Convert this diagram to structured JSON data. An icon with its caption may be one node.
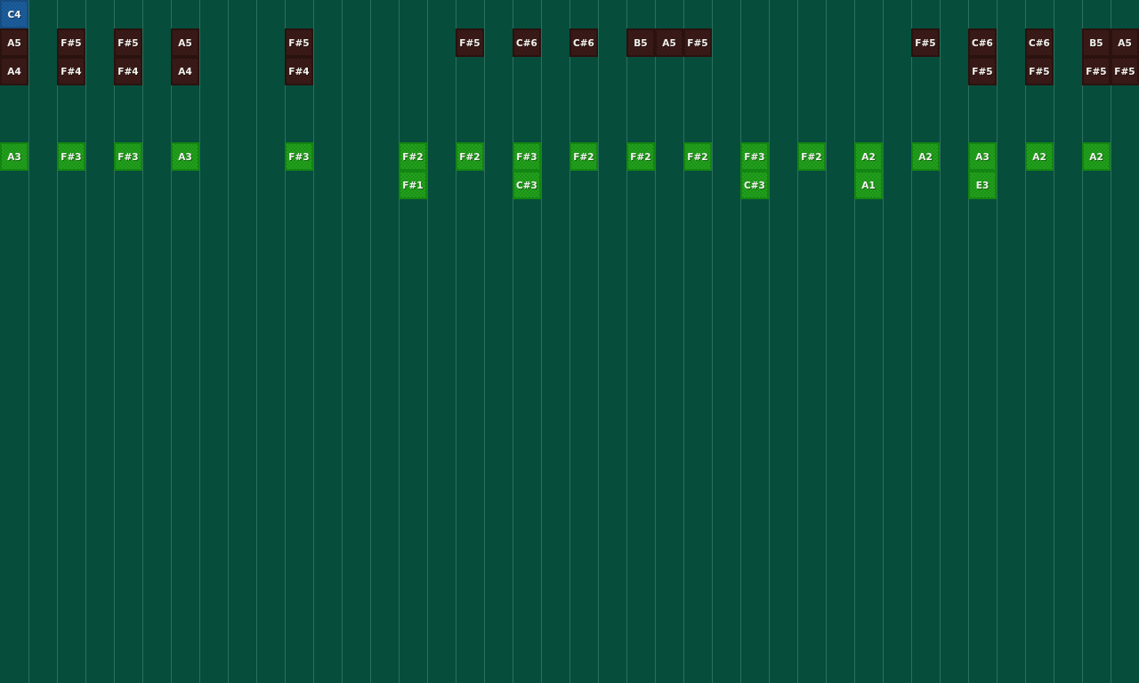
{
  "diagram": {
    "nodes": [
      {
        "text": [
          "C4"
        ]
      },
      {
        "text": [
          "A5"
        ]
      },
      {
        "text": [
          "F#5"
        ]
      },
      {
        "text": [
          "F#5"
        ]
      },
      {
        "text": [
          "A5"
        ]
      },
      {
        "text": [
          "F#5"
        ]
      },
      {
        "text": [
          "F#5"
        ]
      },
      {
        "text": [
          "C#6"
        ]
      },
      {
        "text": [
          "C#6"
        ]
      },
      {
        "text": [
          "B5"
        ]
      },
      {
        "text": [
          "A5"
        ]
      },
      {
        "text": [
          "F#5"
        ]
      },
      {
        "text": [
          "F#5"
        ]
      },
      {
        "text": [
          "C#6"
        ]
      },
      {
        "text": [
          "C#6"
        ]
      },
      {
        "text": [
          "B5"
        ]
      },
      {
        "text": [
          "A5"
        ]
      },
      {
        "text": [
          "A4"
        ]
      },
      {
        "text": [
          "F#4"
        ]
      },
      {
        "text": [
          "F#4"
        ]
      },
      {
        "text": [
          "A4"
        ]
      },
      {
        "text": [
          "F#4"
        ]
      },
      {
        "text": [
          "F#5"
        ]
      },
      {
        "text": [
          "F#5"
        ]
      },
      {
        "text": [
          "F#5"
        ]
      },
      {
        "text": [
          "F#5"
        ]
      },
      {
        "text": [
          "A3"
        ]
      },
      {
        "text": [
          "F#3"
        ]
      },
      {
        "text": [
          "F#3"
        ]
      },
      {
        "text": [
          "A3"
        ]
      },
      {
        "text": [
          "F#3"
        ]
      },
      {
        "text": [
          "F#2"
        ]
      },
      {
        "text": [
          "F#2"
        ]
      },
      {
        "text": [
          "F#3"
        ]
      },
      {
        "text": [
          "F#2"
        ]
      },
      {
        "text": [
          "F#2"
        ]
      },
      {
        "text": [
          "F#2"
        ]
      },
      {
        "text": [
          "F#3"
        ]
      },
      {
        "text": [
          "F#2"
        ]
      },
      {
        "text": [
          "A2"
        ]
      },
      {
        "text": [
          "A2"
        ]
      },
      {
        "text": [
          "A3"
        ]
      },
      {
        "text": [
          "A2"
        ]
      },
      {
        "text": [
          "A2"
        ]
      },
      {
        "text": [
          "F#1"
        ]
      },
      {
        "text": [
          "C#3"
        ]
      },
      {
        "text": [
          "C#3"
        ]
      },
      {
        "text": [
          "A1"
        ]
      },
      {
        "text": [
          "E3"
        ]
      }
    ]
  }
}
